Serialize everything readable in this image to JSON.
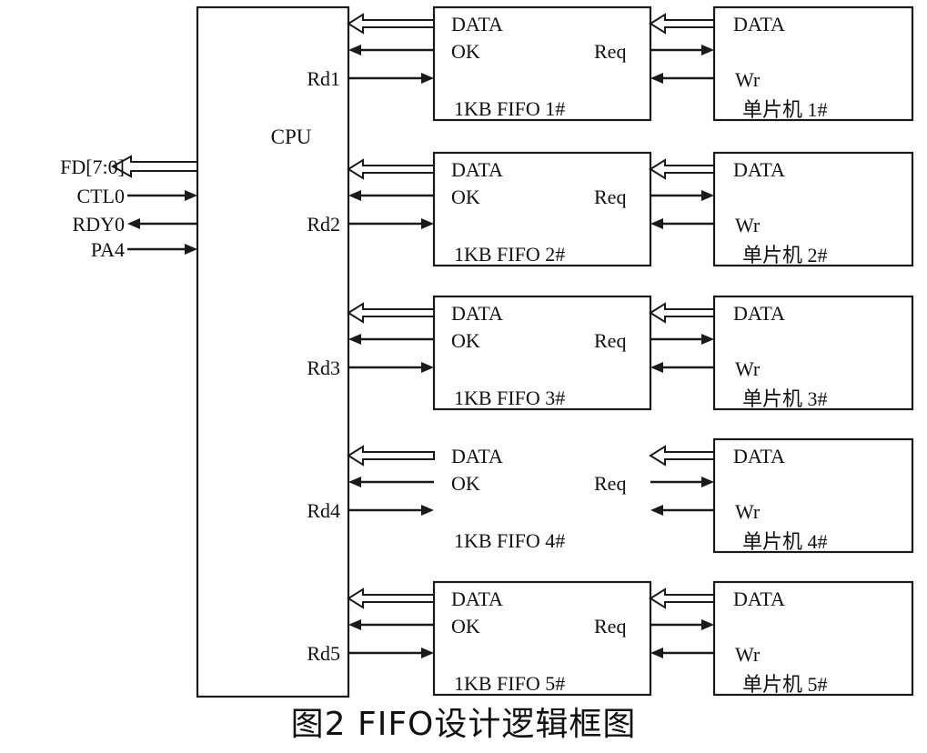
{
  "cpu": {
    "label": "CPU"
  },
  "ports": [
    {
      "label": "FD[7:0]",
      "direction": "out",
      "bus": true
    },
    {
      "label": "CTL0",
      "direction": "in",
      "bus": false
    },
    {
      "label": "RDY0",
      "direction": "out",
      "bus": false
    },
    {
      "label": "PA4",
      "direction": "in",
      "bus": false
    }
  ],
  "channels": [
    {
      "rd": "Rd1",
      "fifo": {
        "data": "DATA",
        "ok": "OK",
        "req": "Req",
        "name": "1KB FIFO 1#",
        "boxed": true
      },
      "mcu": {
        "data": "DATA",
        "wr": "Wr",
        "name": "单片机 1#"
      }
    },
    {
      "rd": "Rd2",
      "fifo": {
        "data": "DATA",
        "ok": "OK",
        "req": "Req",
        "name": "1KB FIFO 2#",
        "boxed": true
      },
      "mcu": {
        "data": "DATA",
        "wr": "Wr",
        "name": "单片机 2#"
      }
    },
    {
      "rd": "Rd3",
      "fifo": {
        "data": "DATA",
        "ok": "OK",
        "req": "Req",
        "name": "1KB FIFO 3#",
        "boxed": true
      },
      "mcu": {
        "data": "DATA",
        "wr": "Wr",
        "name": "单片机 3#"
      }
    },
    {
      "rd": "Rd4",
      "fifo": {
        "data": "DATA",
        "ok": "OK",
        "req": "Req",
        "name": "1KB FIFO 4#",
        "boxed": false
      },
      "mcu": {
        "data": "DATA",
        "wr": "Wr",
        "name": "单片机 4#"
      }
    },
    {
      "rd": "Rd5",
      "fifo": {
        "data": "DATA",
        "ok": "OK",
        "req": "Req",
        "name": "1KB FIFO 5#",
        "boxed": true
      },
      "mcu": {
        "data": "DATA",
        "wr": "Wr",
        "name": "单片机 5#"
      }
    }
  ],
  "caption": "图2 FIFO设计逻辑框图"
}
